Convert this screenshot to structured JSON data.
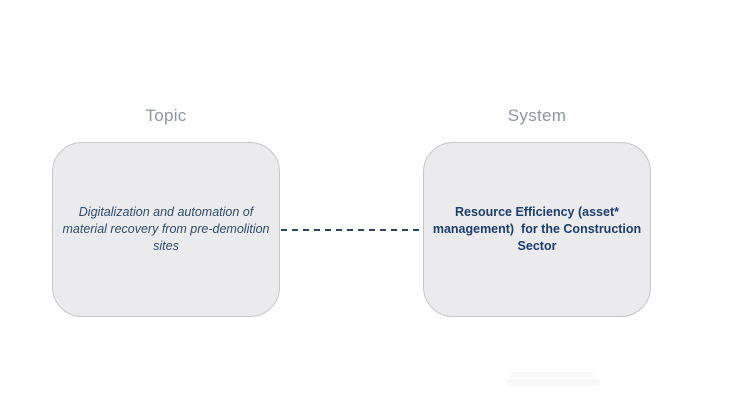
{
  "diagram": {
    "topic": {
      "heading": "Topic",
      "body": "Digitalization and automation of\nmaterial recovery from pre-demolition\nsites"
    },
    "system": {
      "heading": "System",
      "body": "Resource Efficiency (asset*\nmanagement)  for the Construction\nSector"
    },
    "connector": {
      "style": "dashed",
      "color": "#2b4760"
    },
    "colors": {
      "background": "#ffffff",
      "node_fill": "#ebebed",
      "node_border": "#c6c6c8",
      "heading_text": "#8d969e",
      "topic_text": "#2e4b6c",
      "system_text": "#1c3d6e"
    }
  }
}
